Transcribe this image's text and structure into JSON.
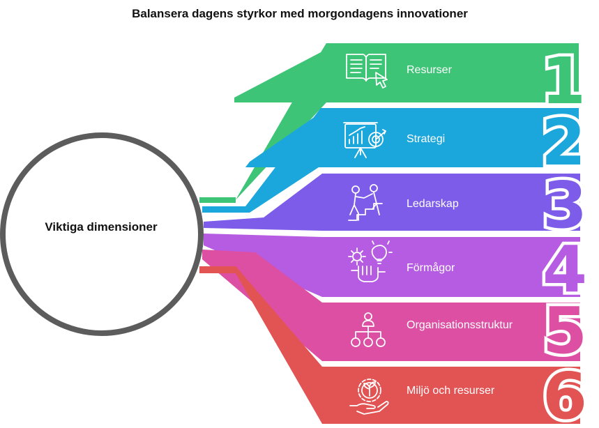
{
  "title": "Balansera dagens styrkor med morgondagens innovationer",
  "center": {
    "label": "Viktiga dimensioner"
  },
  "items": [
    {
      "number": "1",
      "label": "Resurser",
      "color": "#3dc476",
      "icon": "book-cursor-icon"
    },
    {
      "number": "2",
      "label": "Strategi",
      "color": "#1ba7db",
      "icon": "presentation-target-icon"
    },
    {
      "number": "3",
      "label": "Ledarskap",
      "color": "#7c5ce8",
      "icon": "climbing-help-icon"
    },
    {
      "number": "4",
      "label": "Förmågor",
      "color": "#b65ce2",
      "icon": "gear-bulb-hand-icon"
    },
    {
      "number": "5",
      "label": "Organisationsstruktur",
      "color": "#dd4fa3",
      "icon": "org-chart-icon"
    },
    {
      "number": "6",
      "label": "Miljö och resurser",
      "color": "#e25353",
      "icon": "plant-gear-hand-icon"
    }
  ]
}
